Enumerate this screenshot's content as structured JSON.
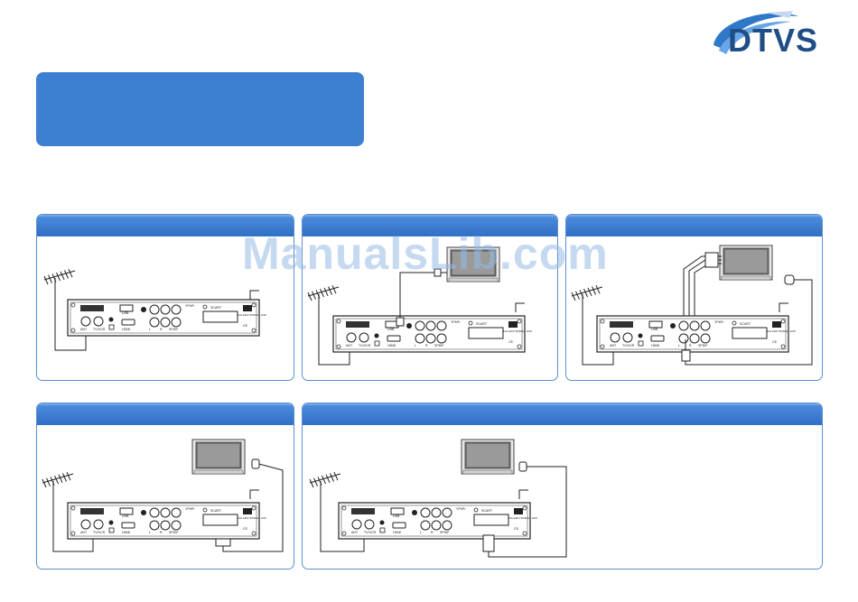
{
  "logo": {
    "text": "DTVS",
    "color": "#1f4e86",
    "swoosh_color": "#2f78c8"
  },
  "watermark": {
    "text": "ManualsLib.com"
  },
  "theme": {
    "header_blue": "#3d7fd0",
    "panel_border": "#5a8fd0",
    "line": "#222222"
  },
  "panels": [
    {
      "id": "p1",
      "title": "",
      "stb_labels": {
        "usb": "USB",
        "hdmi": "HDMI",
        "scart": "SCART",
        "ant": "ANT",
        "tv": "TV/VCR",
        "ypbpr": "YPbPr",
        "l": "L",
        "r": "R",
        "spdif": "SPDIF",
        "power": "110-240V 50/60Hz 12W",
        "ce": "CE"
      }
    },
    {
      "id": "p2",
      "title": "",
      "stb_labels": {
        "usb": "USB",
        "hdmi": "HDMI",
        "scart": "SCART",
        "ant": "ANT",
        "tv": "TV/VCR",
        "ypbpr": "YPbPr",
        "l": "L",
        "r": "R",
        "spdif": "SPDIF",
        "power": "110-240V 50/60Hz 12W",
        "ce": "CE"
      }
    },
    {
      "id": "p3",
      "title": "",
      "stb_labels": {
        "usb": "USB",
        "hdmi": "HDMI",
        "scart": "SCART",
        "ant": "ANT",
        "tv": "TV/VCR",
        "ypbpr": "YPbPr",
        "l": "L",
        "r": "R",
        "spdif": "SPDIF",
        "power": "110-240V 50/60Hz 12W",
        "ce": "CE"
      }
    },
    {
      "id": "p4",
      "title": "",
      "stb_labels": {
        "usb": "USB",
        "hdmi": "HDMI",
        "scart": "SCART",
        "ant": "ANT",
        "tv": "TV/VCR",
        "ypbpr": "YPbPr",
        "l": "L",
        "r": "R",
        "spdif": "SPDIF",
        "power": "110-240V 50/60Hz 12W",
        "ce": "CE"
      }
    },
    {
      "id": "p5",
      "title": "",
      "stb_labels": {
        "usb": "USB",
        "hdmi": "HDMI",
        "scart": "SCART",
        "ant": "ANT",
        "tv": "TV/VCR",
        "ypbpr": "YPbPr",
        "l": "L",
        "r": "R",
        "spdif": "SPDIF",
        "power": "110-240V 50/60Hz 12W",
        "ce": "CE"
      }
    }
  ]
}
